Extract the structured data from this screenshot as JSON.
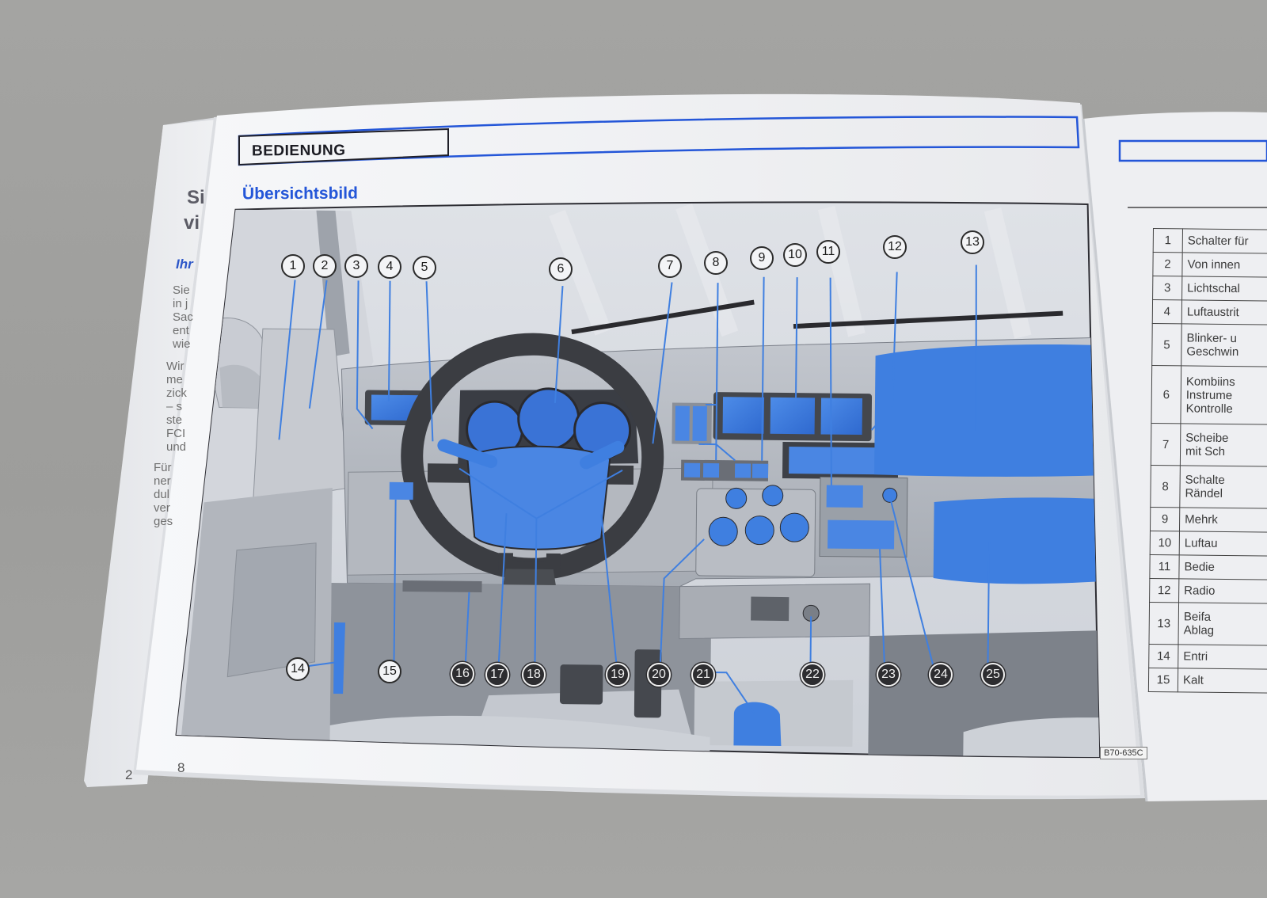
{
  "page": {
    "section_header": "BEDIENUNG",
    "title": "Übersichtsbild",
    "page_number": "8",
    "previous_page_number": "2",
    "figure_code": "B70-635C"
  },
  "left_page_fragments": {
    "heading": [
      "Si",
      "vi"
    ],
    "subheading": "Ihr",
    "body_lines": [
      "Sie",
      "in j",
      "Sac",
      "ent",
      "wie",
      "Wir",
      "me",
      "zick",
      "– s",
      "ste",
      "FCI",
      "und",
      "Für",
      "ner",
      "dul",
      "ver",
      "ges"
    ]
  },
  "callouts": [
    {
      "number": "1"
    },
    {
      "number": "2"
    },
    {
      "number": "3"
    },
    {
      "number": "4"
    },
    {
      "number": "5"
    },
    {
      "number": "6"
    },
    {
      "number": "7"
    },
    {
      "number": "8"
    },
    {
      "number": "9"
    },
    {
      "number": "10"
    },
    {
      "number": "11"
    },
    {
      "number": "12"
    },
    {
      "number": "13"
    },
    {
      "number": "14"
    },
    {
      "number": "15"
    },
    {
      "number": "16"
    },
    {
      "number": "17"
    },
    {
      "number": "18"
    },
    {
      "number": "19"
    },
    {
      "number": "20"
    },
    {
      "number": "21"
    },
    {
      "number": "22"
    },
    {
      "number": "23"
    },
    {
      "number": "24"
    },
    {
      "number": "25"
    }
  ],
  "legend": [
    {
      "number": "1",
      "text": [
        "Schalter für"
      ]
    },
    {
      "number": "2",
      "text": [
        "Von innen"
      ]
    },
    {
      "number": "3",
      "text": [
        "Lichtschal"
      ]
    },
    {
      "number": "4",
      "text": [
        "Luftaustrit"
      ]
    },
    {
      "number": "5",
      "text": [
        "Blinker- u",
        "Geschwin"
      ]
    },
    {
      "number": "6",
      "text": [
        "Kombiins",
        "Instrume",
        "Kontrolle"
      ]
    },
    {
      "number": "7",
      "text": [
        "Scheibe",
        "mit Sch"
      ]
    },
    {
      "number": "8",
      "text": [
        "Schalte",
        "Rändel"
      ]
    },
    {
      "number": "9",
      "text": [
        "Mehrk"
      ]
    },
    {
      "number": "10",
      "text": [
        "Luftau"
      ]
    },
    {
      "number": "11",
      "text": [
        "Bedie"
      ]
    },
    {
      "number": "12",
      "text": [
        "Radio"
      ]
    },
    {
      "number": "13",
      "text": [
        "Beifa",
        "Ablag"
      ]
    },
    {
      "number": "14",
      "text": [
        "Entri"
      ]
    },
    {
      "number": "15",
      "text": [
        "Kalt"
      ]
    }
  ],
  "colors": {
    "accent_blue": "#2456d8",
    "highlight_blue": "#3f7fe0",
    "paper": "#f4f5f7",
    "background": "#a4a4a2"
  }
}
